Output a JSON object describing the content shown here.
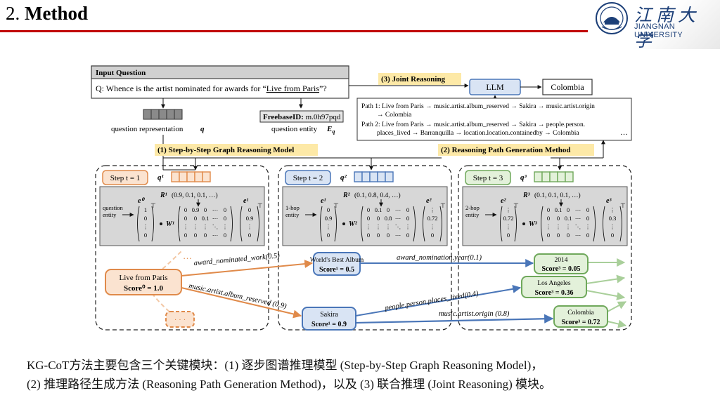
{
  "slide": {
    "number": "2.",
    "title": "Method",
    "university_cn": "江南大学",
    "university_en": "JIANGNAN UNIVERSITY"
  },
  "diagram": {
    "input_question_header": "Input Question",
    "question_prefix": "Q: Whence is the artist nominated for awards for “",
    "question_entity_text": "Live from Paris",
    "question_suffix": "”?",
    "question_representation_label": "question representation",
    "question_representation_symbol": "q",
    "freebase_label": "FreebaseID:",
    "freebase_id": "m.0h97pqd",
    "question_entity_label": "question entity",
    "question_entity_symbol": "E",
    "question_entity_sub": "q",
    "joint_reasoning_label": "(3) Joint Reasoning",
    "llm_label": "LLM",
    "answer_label": "Colombia",
    "paths": {
      "p1_a": "Path 1: Live from Paris → music.artist.album_reserved → Sakira → music.artist.origin",
      "p1_b": "→ Colombia",
      "p2_a": "Path 2: Live from Paris → music.artist.album_reserved → Sakira → people.person.",
      "p2_b": "places_lived → Barranquilla → location.location.containedby → Colombia",
      "ellipsis": "…"
    },
    "module1_label": "(1) Step-by-Step Graph Reasoning Model",
    "module2_label": "(2) Reasoning Path Generation Method",
    "steps": [
      {
        "step_label": "Step t = 1",
        "q_label": "q¹",
        "r_label": "R¹",
        "r_values": "(0.9, 0.1, 0.1, …)",
        "e_left": "e⁰",
        "e_right": "e¹",
        "w_label": "W¹",
        "entity_label_1": "question",
        "entity_label_2": "entity",
        "vec_left": [
          "1",
          "0",
          "⋮",
          "0"
        ],
        "matrix": [
          [
            "0",
            "0.9",
            "0",
            "⋯",
            "0"
          ],
          [
            "0",
            "0",
            "0.1",
            "⋯",
            "0"
          ],
          [
            "⋮",
            "⋮",
            "⋮",
            "⋱",
            "⋮"
          ],
          [
            "0",
            "0",
            "0",
            "⋯",
            "0"
          ]
        ],
        "vec_right": [
          "0",
          "0.9",
          "⋮",
          "0"
        ]
      },
      {
        "step_label": "Step t = 2",
        "q_label": "q²",
        "r_label": "R²",
        "r_values": "(0.1, 0.8, 0.4, …)",
        "e_left": "e¹",
        "e_right": "e²",
        "w_label": "W²",
        "entity_label_1": "1-hop",
        "entity_label_2": "entity",
        "vec_left": [
          "0",
          "0.9",
          "⋮",
          "0"
        ],
        "matrix": [
          [
            "0",
            "0.1",
            "0",
            "⋯",
            "0"
          ],
          [
            "0",
            "0",
            "0.8",
            "⋯",
            "0"
          ],
          [
            "⋮",
            "⋮",
            "⋮",
            "⋱",
            "⋮"
          ],
          [
            "0",
            "0",
            "0",
            "⋯",
            "0"
          ]
        ],
        "vec_right": [
          "⋮",
          "0.72",
          "⋮",
          "0"
        ]
      },
      {
        "step_label": "Step t = 3",
        "q_label": "q³",
        "r_label": "R³",
        "r_values": "(0.1, 0.1, 0.1, …)",
        "e_left": "e²",
        "e_right": "e³",
        "w_label": "W³",
        "entity_label_1": "2-hop",
        "entity_label_2": "entity",
        "vec_left": [
          "⋮",
          "0.72",
          "⋮",
          "0"
        ],
        "matrix": [
          [
            "0",
            "0.1",
            "0",
            "⋯",
            "0"
          ],
          [
            "0",
            "0",
            "0.1",
            "⋯",
            "0"
          ],
          [
            "⋮",
            "⋮",
            "⋮",
            "⋱",
            "⋮"
          ],
          [
            "0",
            "0",
            "0",
            "⋯",
            "0"
          ]
        ],
        "vec_right": [
          "⋮",
          "0.3",
          "⋮",
          "0"
        ]
      }
    ],
    "graph": {
      "nodes": {
        "root_name": "Live from Paris",
        "root_score": "Score⁰ = 1.0",
        "wba_name": "World's Best Album",
        "wba_score": "Score¹ = 0.5",
        "sakira_name": "Sakira",
        "sakira_score": "Score¹ = 0.9",
        "y2014_name": "2014",
        "y2014_score": "Score³ = 0.05",
        "la_name": "Los Angeles",
        "la_score": "Score³ = 0.36",
        "col_name": "Colombia",
        "col_score": "Score³ = 0.72",
        "dots": "…",
        "placeholder": "· · ·"
      },
      "edges": {
        "e_award": "award_nominated_work(0.5)",
        "e_album": "music.artist.album_reserved (0.9)",
        "e_year": "award_nomination.year(0.1)",
        "e_places": "people.person.places_lived(0.4)",
        "e_origin": "music.artist.origin (0.8)"
      }
    }
  },
  "caption": {
    "line1": "KG-CoT方法主要包含三个关键模块：(1) 逐步图谱推理模型 (Step-by-Step Graph Reasoning Model)，",
    "line2": "(2) 推理路径生成方法 (Reasoning Path Generation Method)，以及 (3) 联合推理 (Joint Reasoning) 模块。"
  },
  "colors": {
    "title_rule": "#c00000",
    "gray_header": "#d0d0d0",
    "module_label_bg": "#fde9a7",
    "orange": "#e08a4a",
    "orange_fill": "#fbe3d0",
    "blue": "#4a76b8",
    "blue_fill": "#d9e4f4",
    "green": "#6fa85b",
    "green_fill": "#e3f1da",
    "uni_blue": "#1c3f78"
  }
}
